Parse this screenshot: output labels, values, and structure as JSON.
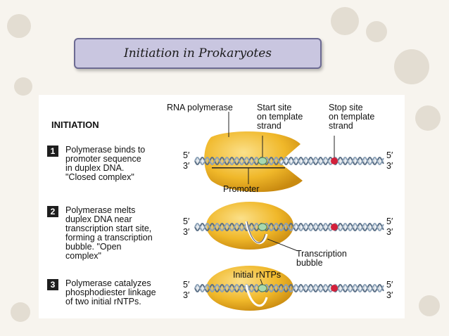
{
  "title": "Initiation in Prokaryotes",
  "heading": "INITIATION",
  "steps": [
    {
      "number": "1",
      "lines": [
        "Polymerase binds to",
        "promoter sequence",
        "in duplex DNA.",
        "\"Closed complex\""
      ]
    },
    {
      "number": "2",
      "lines": [
        "Polymerase melts",
        "duplex DNA near",
        "transcription start site,",
        "forming a transcription",
        "bubble.  \"Open",
        "complex\""
      ]
    },
    {
      "number": "3",
      "lines": [
        "Polymerase catalyzes",
        "phosphodiester linkage",
        "of two initial rNTPs."
      ]
    }
  ],
  "labels": {
    "rna_polymerase": "RNA polymerase",
    "start_site": [
      "Start site",
      "on template",
      "strand"
    ],
    "stop_site": [
      "Stop site",
      "on template",
      "strand"
    ],
    "promoter": "Promoter",
    "transcription_bubble": [
      "Transcription",
      "bubble"
    ],
    "initial_rntps": "Initial rNTPs",
    "five_prime": "5′",
    "three_prime": "3′"
  },
  "colors": {
    "polymerase": "#f0b82a",
    "start_site": "#a8d8b0",
    "stop_site": "#d2203a",
    "title_box": "#c9c6e0"
  }
}
